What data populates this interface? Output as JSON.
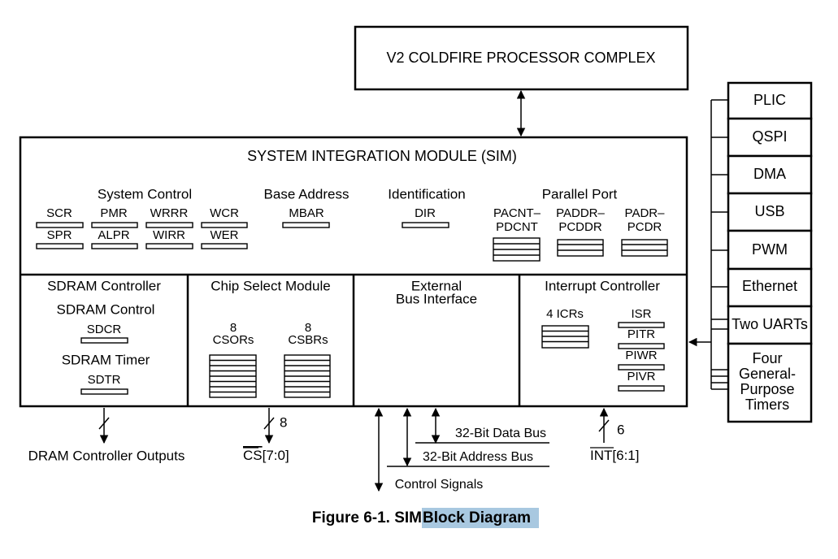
{
  "processor": "V2 COLDFIRE PROCESSOR COMPLEX",
  "sim_title": "SYSTEM INTEGRATION MODULE (SIM)",
  "system_control": {
    "title": "System Control",
    "registers": [
      "SCR",
      "PMR",
      "WRRR",
      "WCR",
      "SPR",
      "ALPR",
      "WIRR",
      "WER"
    ]
  },
  "base_address": {
    "title": "Base Address",
    "register": "MBAR"
  },
  "identification": {
    "title": "Identification",
    "register": "DIR"
  },
  "parallel_port": {
    "title": "Parallel Port",
    "groups": [
      {
        "line1": "PACNT–",
        "line2": "PDCNT"
      },
      {
        "line1": "PADDR–",
        "line2": "PCDDR"
      },
      {
        "line1": "PADR–",
        "line2": "PCDR"
      }
    ]
  },
  "sdram_controller": {
    "title": "SDRAM Controller",
    "control_label": "SDRAM Control",
    "control_register": "SDCR",
    "timer_label": "SDRAM Timer",
    "timer_register": "SDTR"
  },
  "chip_select": {
    "title": "Chip Select Module",
    "csor_count": "8",
    "csor_label": "CSORs",
    "csbr_count": "8",
    "csbr_label": "CSBRs"
  },
  "external_bus": {
    "line1": "External",
    "line2": "Bus Interface"
  },
  "interrupt_controller": {
    "title": "Interrupt Controller",
    "icr_label": "4 ICRs",
    "registers": [
      "ISR",
      "PITR",
      "PIWR",
      "PIVR"
    ]
  },
  "peripherals": [
    "PLIC",
    "QSPI",
    "DMA",
    "USB",
    "PWM",
    "Ethernet",
    "Two UARTs"
  ],
  "timers": {
    "line1": "Four",
    "line2": "General-",
    "line3": "Purpose",
    "line4": "Timers"
  },
  "signals": {
    "dram_outputs": "DRAM Controller Outputs",
    "cs_width": "8",
    "cs_prefix": "CS",
    "cs_suffix": "[7:0]",
    "data_bus": "32-Bit Data Bus",
    "address_bus": "32-Bit Address Bus",
    "control_signals": "Control Signals",
    "int_width": "6",
    "int_prefix": "INT",
    "int_suffix": "[6:1]"
  },
  "caption": {
    "prefix": "Figure 6-1. SIM ",
    "highlight": "Block Diagram",
    "highlight_color": "#a8c8e0"
  }
}
